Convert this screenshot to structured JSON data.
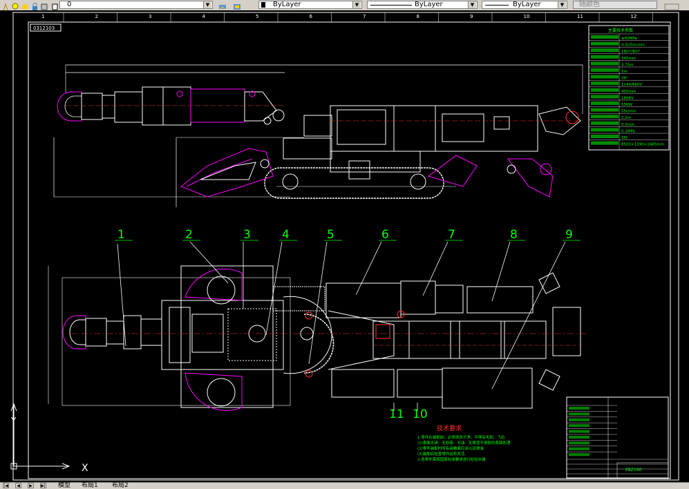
{
  "toolbar": {
    "layer_value": "0",
    "color_value": "ByLayer",
    "linetype_value": "ByLayer",
    "lineweight_value": "ByLayer",
    "plotstyle_value": "随颜色"
  },
  "drawing": {
    "sheet_code": "0312103",
    "top_col_numbers": [
      "1",
      "2",
      "3",
      "4",
      "5",
      "6",
      "7",
      "8",
      "9",
      "10",
      "11",
      "12"
    ],
    "callouts": [
      "1",
      "2",
      "3",
      "4",
      "5",
      "6",
      "7",
      "8",
      "9",
      "10",
      "11"
    ],
    "spec_table_title": "主要技术参数",
    "spec_values": [
      "≤60MPa",
      "4.5t/5m/min",
      "18m²/8m²",
      "345mm",
      "3.75m",
      "5m",
      "36°",
      "1140/660V",
      "400mm",
      "180KV",
      "55KW",
      "55t/min",
      "2.2m",
      "0.5m/s",
      "0.1MPa",
      "36t",
      "8500×1390×1685mm"
    ],
    "tech_title": "技术要求",
    "tech_lines": [
      "1.零件在装配前，必须清洗干净，不得有毛刺、飞边",
      "  (1)表面无锈、无划痕、无油、无焊渣不得损伤表面处理",
      "  (2)零件装配时所有接触面应涂以润滑油",
      "  (3)装配后检查零件运转灵活",
      "2.各零件需按国家标准要求进行检验合格"
    ],
    "title_block_name": "EBZ160"
  },
  "ucs": {
    "x_label": "X",
    "y_label": "Y"
  },
  "tabs": {
    "model": "模型",
    "layout1": "布局1",
    "layout2": "布局2"
  },
  "colors": {
    "background": "#000000",
    "outline": "#ffffff",
    "accent_magenta": "#ff00ff",
    "centerline_red": "#ff3030",
    "text_green": "#00ff00",
    "dim_yellow": "#ffff00",
    "cyan": "#00ffff"
  }
}
